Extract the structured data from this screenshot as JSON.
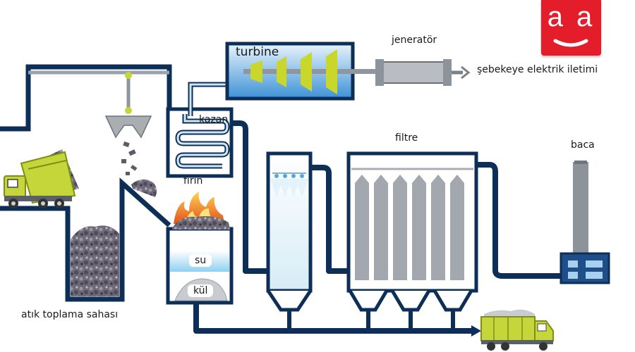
{
  "logo": {
    "text": "a a"
  },
  "labels": {
    "turbine": "turbine",
    "generator": "jeneratör",
    "grid": "şebekeye elektrik iletimi",
    "boiler": "kazan",
    "filter": "filtre",
    "chimney": "baca",
    "furnace": "fırın",
    "water": "su",
    "ash": "kül",
    "collection": "atık toplama sahası"
  },
  "colors": {
    "pipe": "#0d2f57",
    "turbine_box": "#4fa3dc",
    "blades": "#c9d62a",
    "truck": "#c4d63a",
    "fire": "#f39a1a",
    "logo": "#e41d2b"
  }
}
